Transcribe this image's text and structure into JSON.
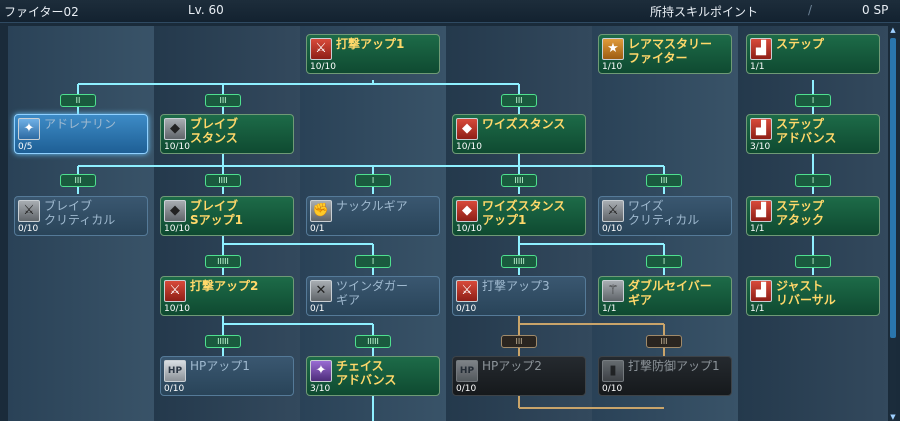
{
  "header": {
    "class_name": "ファイター02",
    "level": "Lv. 60",
    "sp_label": "所持スキルポイント",
    "divider": "/",
    "sp_value": "0 SP"
  },
  "skills": {
    "adrenaline": {
      "name": "アドレナリン",
      "level": "0/5",
      "icon": "adrenaline-icon"
    },
    "brave_critical": {
      "name": "ブレイブ\nクリティカル",
      "level": "0/10",
      "icon": "critical-icon"
    },
    "brave_stance": {
      "name": "ブレイブ\nスタンス",
      "level": "10/10",
      "icon": "brave-stance-icon"
    },
    "brave_s_up": {
      "name": "ブレイブ\nSアップ1",
      "level": "10/10",
      "icon": "brave-icon"
    },
    "strike_up_2": {
      "name": "打撃アップ2",
      "level": "10/10",
      "icon": "sword-icon"
    },
    "hp_up_1": {
      "name": "HPアップ1",
      "level": "0/10",
      "icon": "hp-icon"
    },
    "strike_up_1": {
      "name": "打撃アップ1",
      "level": "10/10",
      "icon": "sword-icon"
    },
    "knuckle_gear": {
      "name": "ナックルギア",
      "level": "0/1",
      "icon": "knuckle-icon"
    },
    "twin_dagger_gear": {
      "name": "ツインダガー\nギア",
      "level": "0/1",
      "icon": "dagger-icon"
    },
    "chase_advance": {
      "name": "チェイス\nアドバンス",
      "level": "3/10",
      "icon": "chase-icon"
    },
    "wise_stance": {
      "name": "ワイズスタンス",
      "level": "10/10",
      "icon": "wise-stance-icon"
    },
    "wise_stance_up": {
      "name": "ワイズスタンス\nアップ1",
      "level": "10/10",
      "icon": "wise-icon"
    },
    "strike_up_3": {
      "name": "打撃アップ3",
      "level": "0/10",
      "icon": "sword-icon"
    },
    "hp_up_2": {
      "name": "HPアップ2",
      "level": "0/10",
      "icon": "hp-icon"
    },
    "rare_mastery": {
      "name": "レアマスタリー\nファイター",
      "level": "1/10",
      "icon": "rare-mastery-icon"
    },
    "wise_critical": {
      "name": "ワイズ\nクリティカル",
      "level": "0/10",
      "icon": "critical-icon"
    },
    "double_saber_gear": {
      "name": "ダブルセイバー\nギア",
      "level": "1/1",
      "icon": "double-saber-icon"
    },
    "strike_guard_up_1": {
      "name": "打撃防御アップ1",
      "level": "0/10",
      "icon": "guard-icon"
    },
    "step": {
      "name": "ステップ",
      "level": "1/1",
      "icon": "step-icon"
    },
    "step_advance": {
      "name": "ステップ\nアドバンス",
      "level": "3/10",
      "icon": "step-icon"
    },
    "step_attack": {
      "name": "ステップ\nアタック",
      "level": "1/1",
      "icon": "step-icon"
    },
    "just_reversal": {
      "name": "ジャスト\nリバーサル",
      "level": "1/1",
      "icon": "step-icon"
    }
  },
  "connectors": {
    "c_adrenaline": "II",
    "c_brave_stance": "III",
    "c_wise_stance": "III",
    "c_step_advance": "I",
    "c_brave_critical": "III",
    "c_brave_s_up": "IIII",
    "c_knuckle": "I",
    "c_wise_stance_up": "IIII",
    "c_wise_critical": "III",
    "c_step_attack": "I",
    "c_strike_up_2": "IIIII",
    "c_twin_dagger": "I",
    "c_strike_up_3": "IIIII",
    "c_double_saber": "I",
    "c_just_reversal": "I",
    "c_hp_up_1": "IIIII",
    "c_chase_advance": "IIIII",
    "c_hp_up_2": "III",
    "c_strike_guard": "III"
  },
  "colors": {
    "learned_panel": "#1d6b48",
    "unlearned_panel": "#3a5770",
    "selected_panel": "#3d8bc6",
    "locked_panel": "#252a2f",
    "skill_name": "#ffd86a",
    "wire_active": "#8ff0ff",
    "wire_locked": "#c9a46a",
    "scrollbar": "#2a76ad"
  }
}
